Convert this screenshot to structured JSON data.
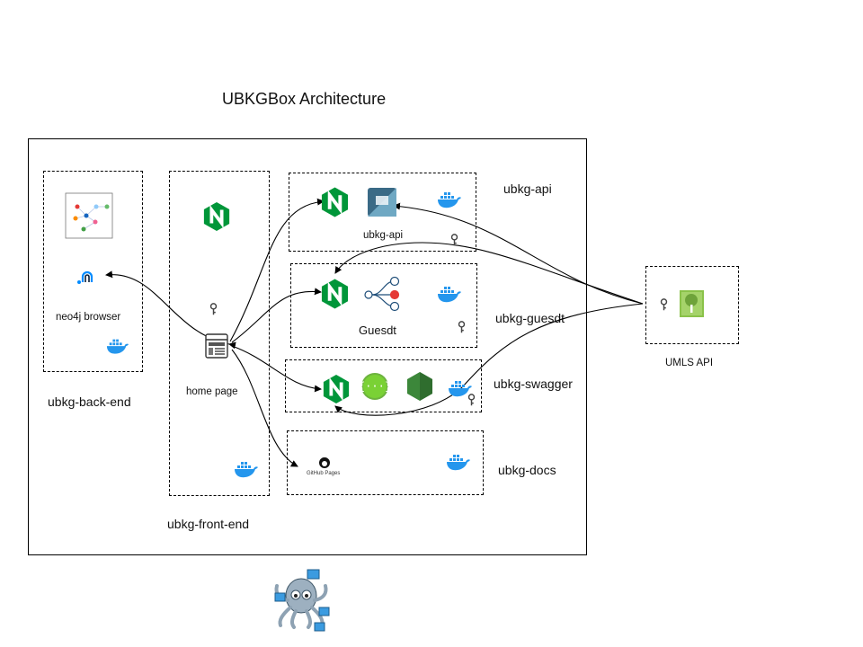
{
  "title": "UBKGBox Architecture",
  "containers": {
    "back_end": {
      "label": "ubkg-back-end",
      "browser_label": "neo4j browser"
    },
    "front_end": {
      "label": "ubkg-front-end",
      "home_label": "home page"
    },
    "api": {
      "label": "ubkg-api",
      "inner_label": "ubkg-api"
    },
    "guesdt": {
      "label": "ubkg-guesdt",
      "inner_label": "Guesdt"
    },
    "swagger": {
      "label": "ubkg-swagger"
    },
    "docs": {
      "label": "ubkg-docs",
      "github_pages_label": "GitHub Pages"
    }
  },
  "external": {
    "umls_label": "UMLS API"
  },
  "icons": [
    "neo4j-graph-icon",
    "neo4j-logo-icon",
    "docker-icon",
    "nginx-icon",
    "key-icon",
    "browser-window-icon",
    "swagger-icon",
    "nodejs-icon",
    "github-pages-icon",
    "umls-tree-icon",
    "docker-compose-octopus-icon",
    "tree-diagram-icon"
  ],
  "colors": {
    "nginx_green": "#009639",
    "docker_blue": "#2496ed",
    "swagger_green": "#85ea2d",
    "node_green": "#3c873a",
    "umls_green": "#8ac249",
    "graph_node_red": "#e53935"
  }
}
